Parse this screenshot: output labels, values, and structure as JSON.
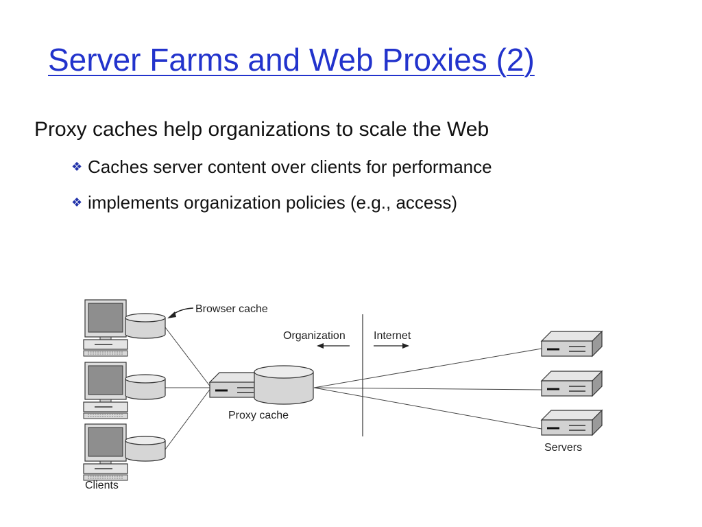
{
  "slide": {
    "title": "Server Farms and Web Proxies (2)",
    "main_bullet": "Proxy caches help organizations to scale the Web",
    "sub_bullets": [
      "Caches server content over clients for performance",
      "implements organization policies (e.g., access)"
    ],
    "bullet_marker": "❖"
  },
  "diagram": {
    "labels": {
      "browser_cache": "Browser cache",
      "organization": "Organization",
      "internet": "Internet",
      "proxy_cache": "Proxy cache",
      "servers": "Servers",
      "clients": "Clients"
    }
  },
  "colors": {
    "title": "#2233cc",
    "bullet_marker": "#2233aa"
  }
}
